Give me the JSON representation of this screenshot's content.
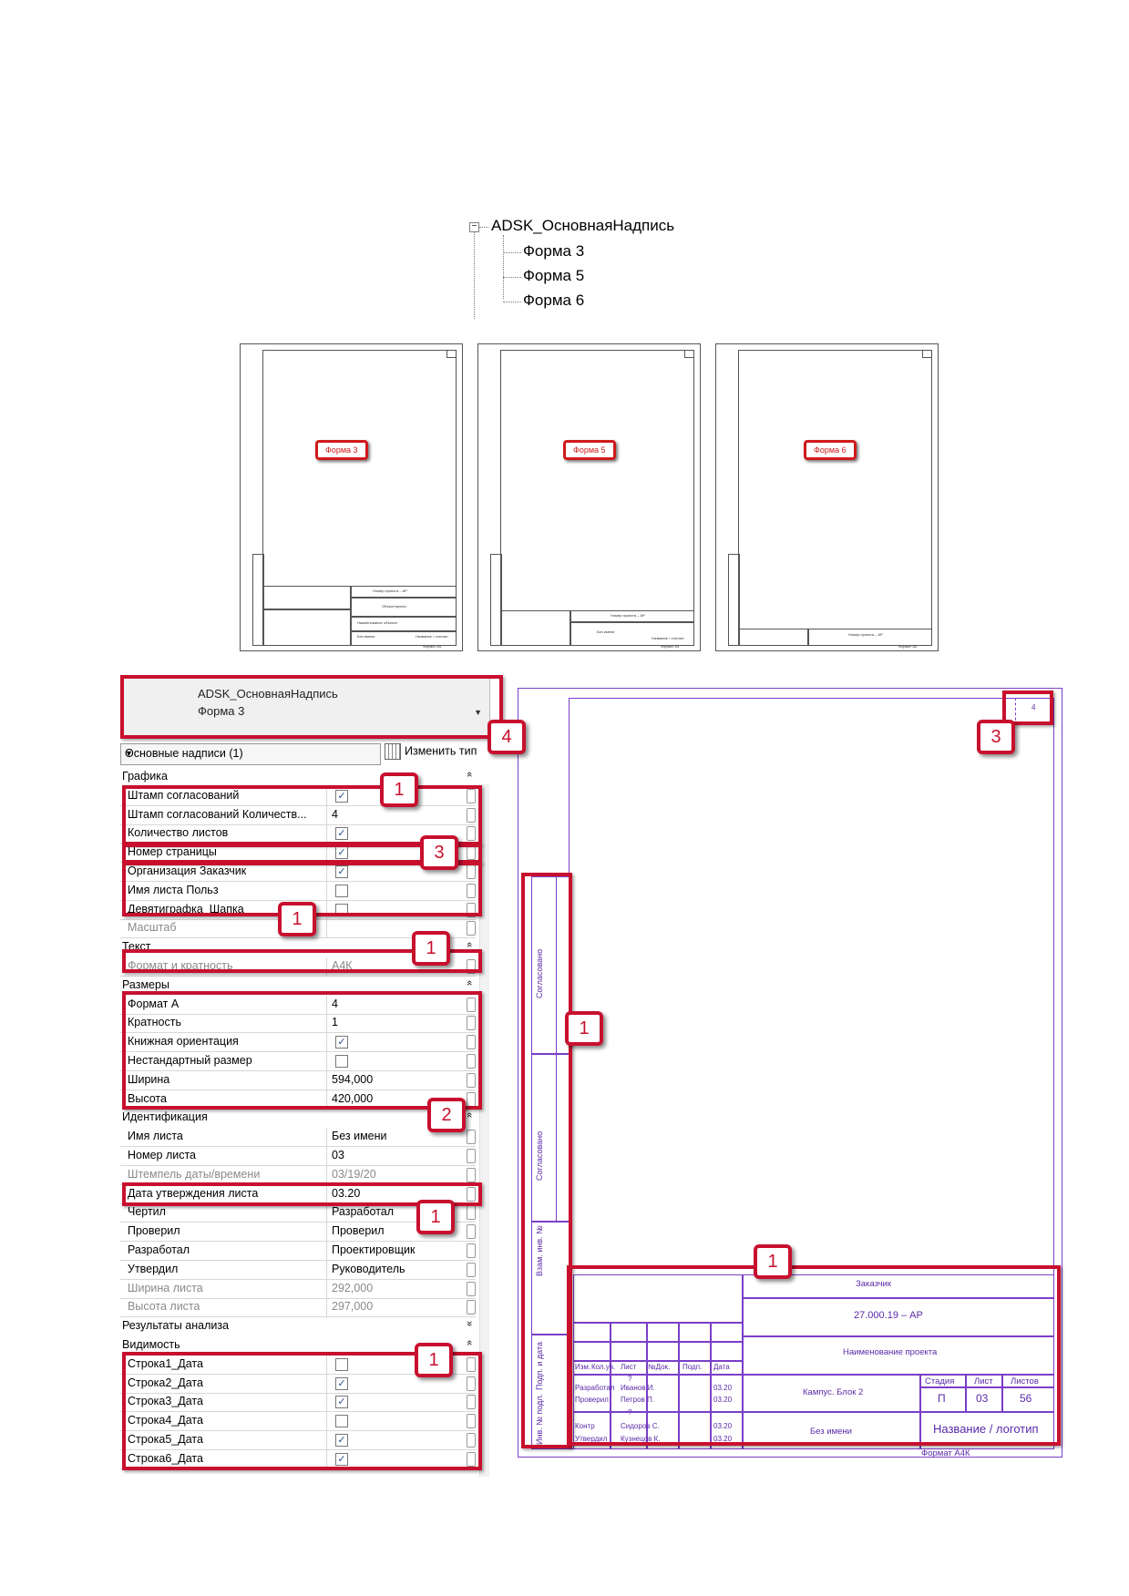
{
  "tree": {
    "root": "ADSK_ОсновнаяНадпись",
    "toggle": "−",
    "children": [
      "Форма 3",
      "Форма 5",
      "Форма 6"
    ]
  },
  "thumbnails": [
    {
      "label": "Форма 3",
      "project_number": "Номер проекта – АР",
      "project_name": "Объект/проект",
      "org_line": "Наименование объекта",
      "sheet_name": "Без имени",
      "logo": "Название / логотип",
      "format": "Формат А4"
    },
    {
      "label": "Форма 5",
      "project_number": "Номер проекта – АР",
      "sheet_name": "Без имени",
      "logo": "Название / логотип",
      "format": "Формат А4"
    },
    {
      "label": "Форма 6",
      "project_number": "Номер проекта – АР",
      "format": "Формат А4"
    }
  ],
  "panel": {
    "type_line1": "ADSK_ОсновнаяНадпись",
    "type_line2": "Форма 3",
    "filter": "Основные надписи (1)",
    "edit_type": "Изменить тип",
    "groups": {
      "graphics": "Графика",
      "text": "Текст",
      "dimensions": "Размеры",
      "identity": "Идентификация",
      "analysis": "Результаты анализа",
      "visibility": "Видимость"
    },
    "graphics_rows": [
      {
        "name": "Штамп согласований",
        "check": true
      },
      {
        "name": "Штамп согласований Количеств...",
        "value": "4"
      },
      {
        "name": "Количество листов",
        "check": true
      },
      {
        "name": "Номер страницы",
        "check": true
      },
      {
        "name": "Организация Заказчик",
        "check": true
      },
      {
        "name": "Имя листа Польз",
        "check": false
      },
      {
        "name": "Девятиграфка_Шапка",
        "check": false
      },
      {
        "name": "Масштаб",
        "value": ""
      }
    ],
    "text_rows": [
      {
        "name": "Формат и кратность",
        "value": "А4К"
      }
    ],
    "dim_rows": [
      {
        "name": "Формат А",
        "value": "4"
      },
      {
        "name": "Кратность",
        "value": "1"
      },
      {
        "name": "Книжная ориентация",
        "check": true
      },
      {
        "name": "Нестандартный размер",
        "check": false
      },
      {
        "name": "Ширина",
        "value": "594,000"
      },
      {
        "name": "Высота",
        "value": "420,000"
      }
    ],
    "id_rows": [
      {
        "name": "Имя листа",
        "value": "Без имени"
      },
      {
        "name": "Номер листа",
        "value": "03"
      },
      {
        "name": "Штемпель даты/времени",
        "value": "03/19/20"
      },
      {
        "name": "Дата утверждения листа",
        "value": "03.20"
      },
      {
        "name": "Чертил",
        "value": "Разработал"
      },
      {
        "name": "Проверил",
        "value": "Проверил"
      },
      {
        "name": "Разработал",
        "value": "Проектировщик"
      },
      {
        "name": "Утвердил",
        "value": "Руководитель"
      },
      {
        "name": "Ширина листа",
        "value": "292,000"
      },
      {
        "name": "Высота листа",
        "value": "297,000"
      }
    ],
    "vis_rows": [
      {
        "name": "Строка1_Дата",
        "check": false
      },
      {
        "name": "Строка2_Дата",
        "check": true
      },
      {
        "name": "Строка3_Дата",
        "check": true
      },
      {
        "name": "Строка4_Дата",
        "check": false
      },
      {
        "name": "Строка5_Дата",
        "check": true
      },
      {
        "name": "Строка6_Дата",
        "check": true
      }
    ]
  },
  "badges": {
    "b_top_type": "4",
    "b_graphics": "1",
    "b_page_number": "3",
    "b_nine": "1",
    "b_format": "1",
    "b_dims": "2",
    "b_date": "1",
    "b_vis": "1",
    "b_drawing_page": "3",
    "b_drawing_stamp": "1",
    "b_drawing_title": "1"
  },
  "drawing": {
    "page_num": "4",
    "customer": "Заказчик",
    "project_number": "27.000.19 – АР",
    "project_name": "Наименование проекта",
    "building": "Кампус. Блок 2",
    "sheet_name": "Без имени",
    "logo": "Название / логотип",
    "format": "Формат А4К",
    "stage_h": "Стадия",
    "sheet_h": "Лист",
    "sheets_h": "Листов",
    "stage": "П",
    "sheet": "03",
    "sheets": "56",
    "hdr": [
      "Изм.",
      "Кол.уч.",
      "Лист",
      "№Док.",
      "Подп.",
      "Дата"
    ],
    "people": [
      {
        "role": "Разработал",
        "name": "Иванов И.",
        "date": "03.20"
      },
      {
        "role": "Проверил",
        "name": "Петров П.",
        "date": "03.20"
      },
      {
        "role": "Контр",
        "name": "Сидоров С.",
        "date": "03.20"
      },
      {
        "role": "Утвердил",
        "name": "Кузнецов К.",
        "date": "03.20"
      }
    ],
    "qmark": "?",
    "side_labels": [
      "Согласовано",
      "Согласовано",
      "Взам. инв. №",
      "Подп. и дата",
      "Инв. № подл."
    ]
  }
}
